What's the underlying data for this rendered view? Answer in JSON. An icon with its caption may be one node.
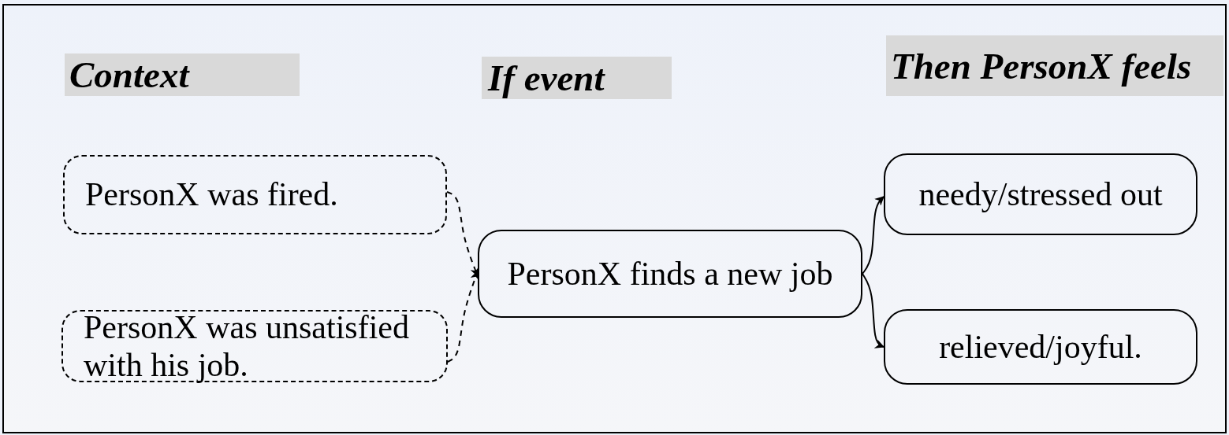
{
  "diagram": {
    "nodes": [
      {
        "text": [
          "Context"
        ]
      },
      {
        "text": [
          "If event"
        ]
      },
      {
        "text": [
          "Then PersonX feels"
        ]
      },
      {
        "text": [
          "PersonX was fired."
        ]
      },
      {
        "text": [
          "PersonX was unsatisfied with his job."
        ]
      },
      {
        "text": [
          "PersonX finds a new job"
        ]
      },
      {
        "text": [
          "needy/stressed out"
        ]
      },
      {
        "text": [
          "relieved/joyful."
        ]
      }
    ],
    "edges": [
      {
        "from": 3,
        "to": 5,
        "arrow": "to",
        "style": "dashed"
      },
      {
        "from": 4,
        "to": 5,
        "arrow": "to",
        "style": "dashed"
      },
      {
        "from": 5,
        "to": 6,
        "arrow": "to"
      },
      {
        "from": 5,
        "to": 7,
        "arrow": "to"
      }
    ]
  }
}
